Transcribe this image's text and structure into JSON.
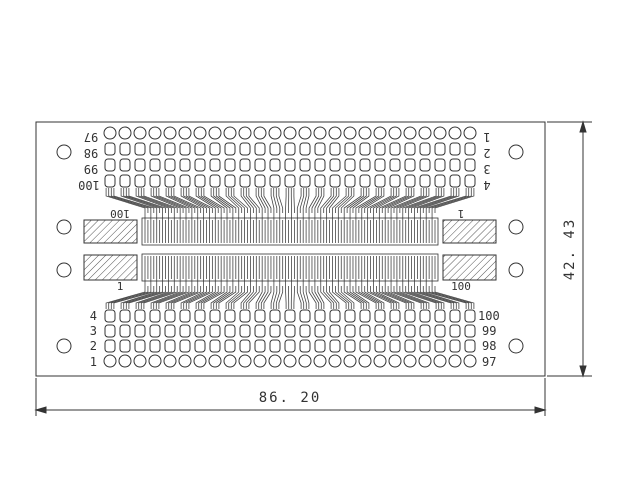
{
  "dimensions": {
    "width_label": "86. 20",
    "height_label": "42. 43"
  },
  "top_connector": {
    "left_label": "100",
    "right_label": "1"
  },
  "bottom_connector": {
    "left_label": "1",
    "right_label": "100"
  },
  "top_pad_grid": {
    "columns": 25,
    "left_labels": [
      "97",
      "98",
      "99",
      "100"
    ],
    "right_labels": [
      "1",
      "2",
      "3",
      "4"
    ]
  },
  "bottom_pad_grid": {
    "columns": 25,
    "left_labels": [
      "4",
      "3",
      "2",
      "1"
    ],
    "right_labels": [
      "100",
      "99",
      "98",
      "97"
    ]
  },
  "colors": {
    "line": "#333333",
    "hatch": "#555555",
    "background": "#ffffff"
  }
}
